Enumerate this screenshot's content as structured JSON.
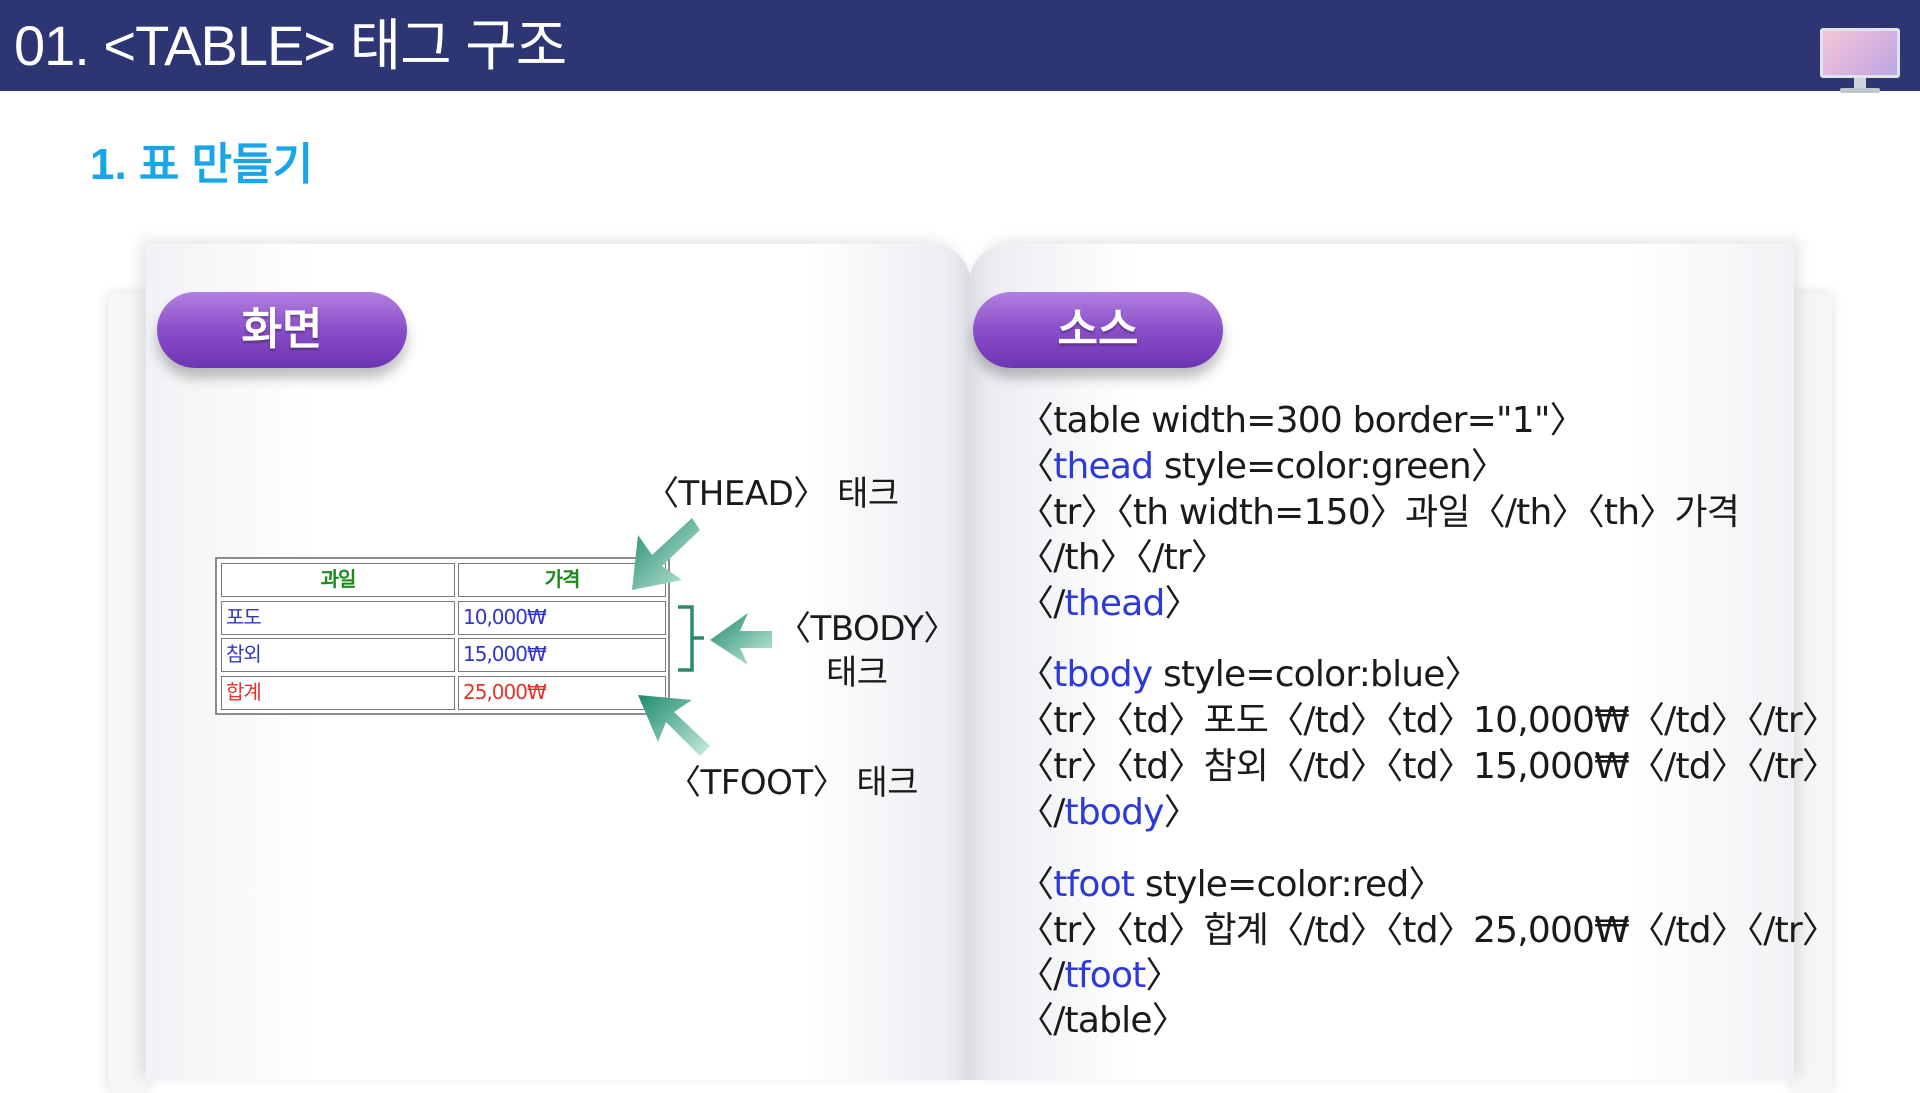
{
  "header": {
    "title": "01. <TABLE> 태그 구조",
    "icon": "monitor-icon"
  },
  "subtitle": "1. 표 만들기",
  "left_page": {
    "label": "화면",
    "table": {
      "head": [
        "과일",
        "가격"
      ],
      "body": [
        [
          "포도",
          "10,000₩"
        ],
        [
          "참외",
          "15,000₩"
        ]
      ],
      "foot": [
        [
          "합계",
          "25,000₩"
        ]
      ]
    },
    "annotations": {
      "thead": "〈THEAD〉 태크",
      "tbody_line1": "〈TBODY〉",
      "tbody_line2": "태크",
      "tfoot": "〈TFOOT〉 태크"
    }
  },
  "right_page": {
    "label": "소스",
    "code": {
      "l1": "〈table width=300 border=\"1\"〉",
      "l2_open": "〈",
      "l2_kw": "thead",
      "l2_rest": " style=color:green〉",
      "l3": "〈tr〉〈th width=150〉과일〈/th〉〈th〉가격",
      "l4": "〈/th〉〈/tr〉",
      "l5_open": "〈/",
      "l5_kw": "thead",
      "l5_close": "〉",
      "l6_open": "〈",
      "l6_kw": "tbody",
      "l6_rest": " style=color:blue〉",
      "l7": "〈tr〉〈td〉포도〈/td〉〈td〉10,000₩〈/td〉〈/tr〉",
      "l8": "〈tr〉〈td〉참외〈/td〉〈td〉15,000₩〈/td〉〈/tr〉",
      "l9_open": "〈/",
      "l9_kw": "tbody",
      "l9_close": "〉",
      "l10_open": "〈",
      "l10_kw": "tfoot",
      "l10_rest": " style=color:red〉",
      "l11": "〈tr〉〈td〉합계〈/td〉〈td〉25,000₩〈/td〉〈/tr〉",
      "l12_open": "〈/",
      "l12_kw": "tfoot",
      "l12_close": "〉",
      "l13": "〈/table〉"
    }
  },
  "colors": {
    "header_bg": "#2e3573",
    "subtitle": "#19a6e6",
    "pill": "#8a4ec9",
    "keyword": "#2d3ad8",
    "thead_text": "#1a8a1a",
    "tbody_text": "#3338c4",
    "tfoot_text": "#e0352a",
    "arrow": "#2fa37f"
  }
}
